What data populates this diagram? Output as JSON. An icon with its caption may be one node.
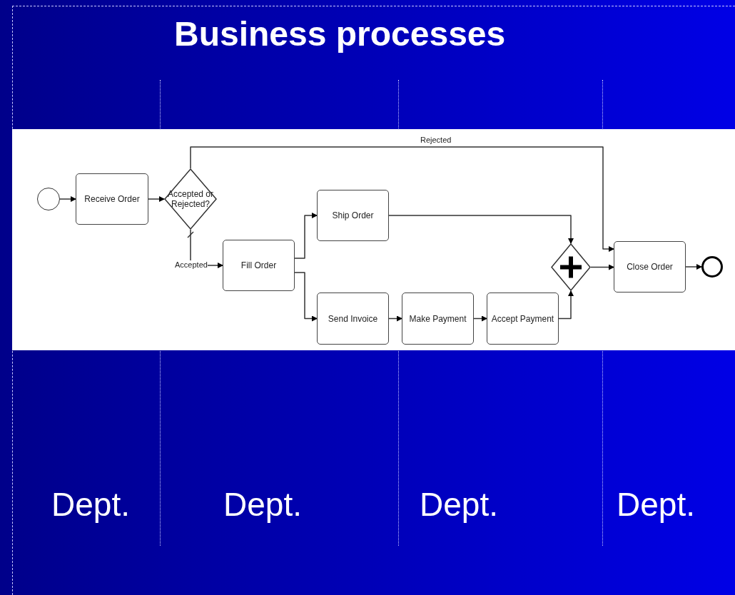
{
  "diagram": {
    "title": "Business processes",
    "nodes": [
      {
        "text": [],
        "shape": "circle"
      },
      {
        "text": [
          "Receive Order"
        ]
      },
      {
        "text": [
          "Accepted or Rejected?"
        ]
      },
      {
        "text": [
          "Fill Order"
        ]
      },
      {
        "text": [
          "Ship Order"
        ]
      },
      {
        "text": [
          "Send Invoice"
        ]
      },
      {
        "text": [
          "Make Payment"
        ]
      },
      {
        "text": [
          "Accept Payment"
        ]
      },
      {
        "text": [],
        "shape": "diamond"
      },
      {
        "text": [
          "Close Order"
        ]
      },
      {
        "text": [],
        "shape": "circle"
      }
    ],
    "edges": [
      {
        "from": 0,
        "to": 1,
        "arrow": "to"
      },
      {
        "from": 1,
        "to": 2,
        "arrow": "to"
      },
      {
        "from": 2,
        "to": 3,
        "arrow": "to",
        "label": "Accepted"
      },
      {
        "from": 2,
        "to": 9,
        "arrow": "to",
        "label": "Rejected"
      },
      {
        "from": 3,
        "to": 4,
        "arrow": "to"
      },
      {
        "from": 3,
        "to": 5,
        "arrow": "to"
      },
      {
        "from": 5,
        "to": 6,
        "arrow": "to"
      },
      {
        "from": 6,
        "to": 7,
        "arrow": "to"
      },
      {
        "from": 4,
        "to": 8,
        "arrow": "to"
      },
      {
        "from": 7,
        "to": 8,
        "arrow": "to"
      },
      {
        "from": 8,
        "to": 9,
        "arrow": "to"
      },
      {
        "from": 9,
        "to": 10,
        "arrow": "to"
      }
    ],
    "labels": [
      "Dept.",
      "Dept.",
      "Dept.",
      "Dept."
    ]
  }
}
